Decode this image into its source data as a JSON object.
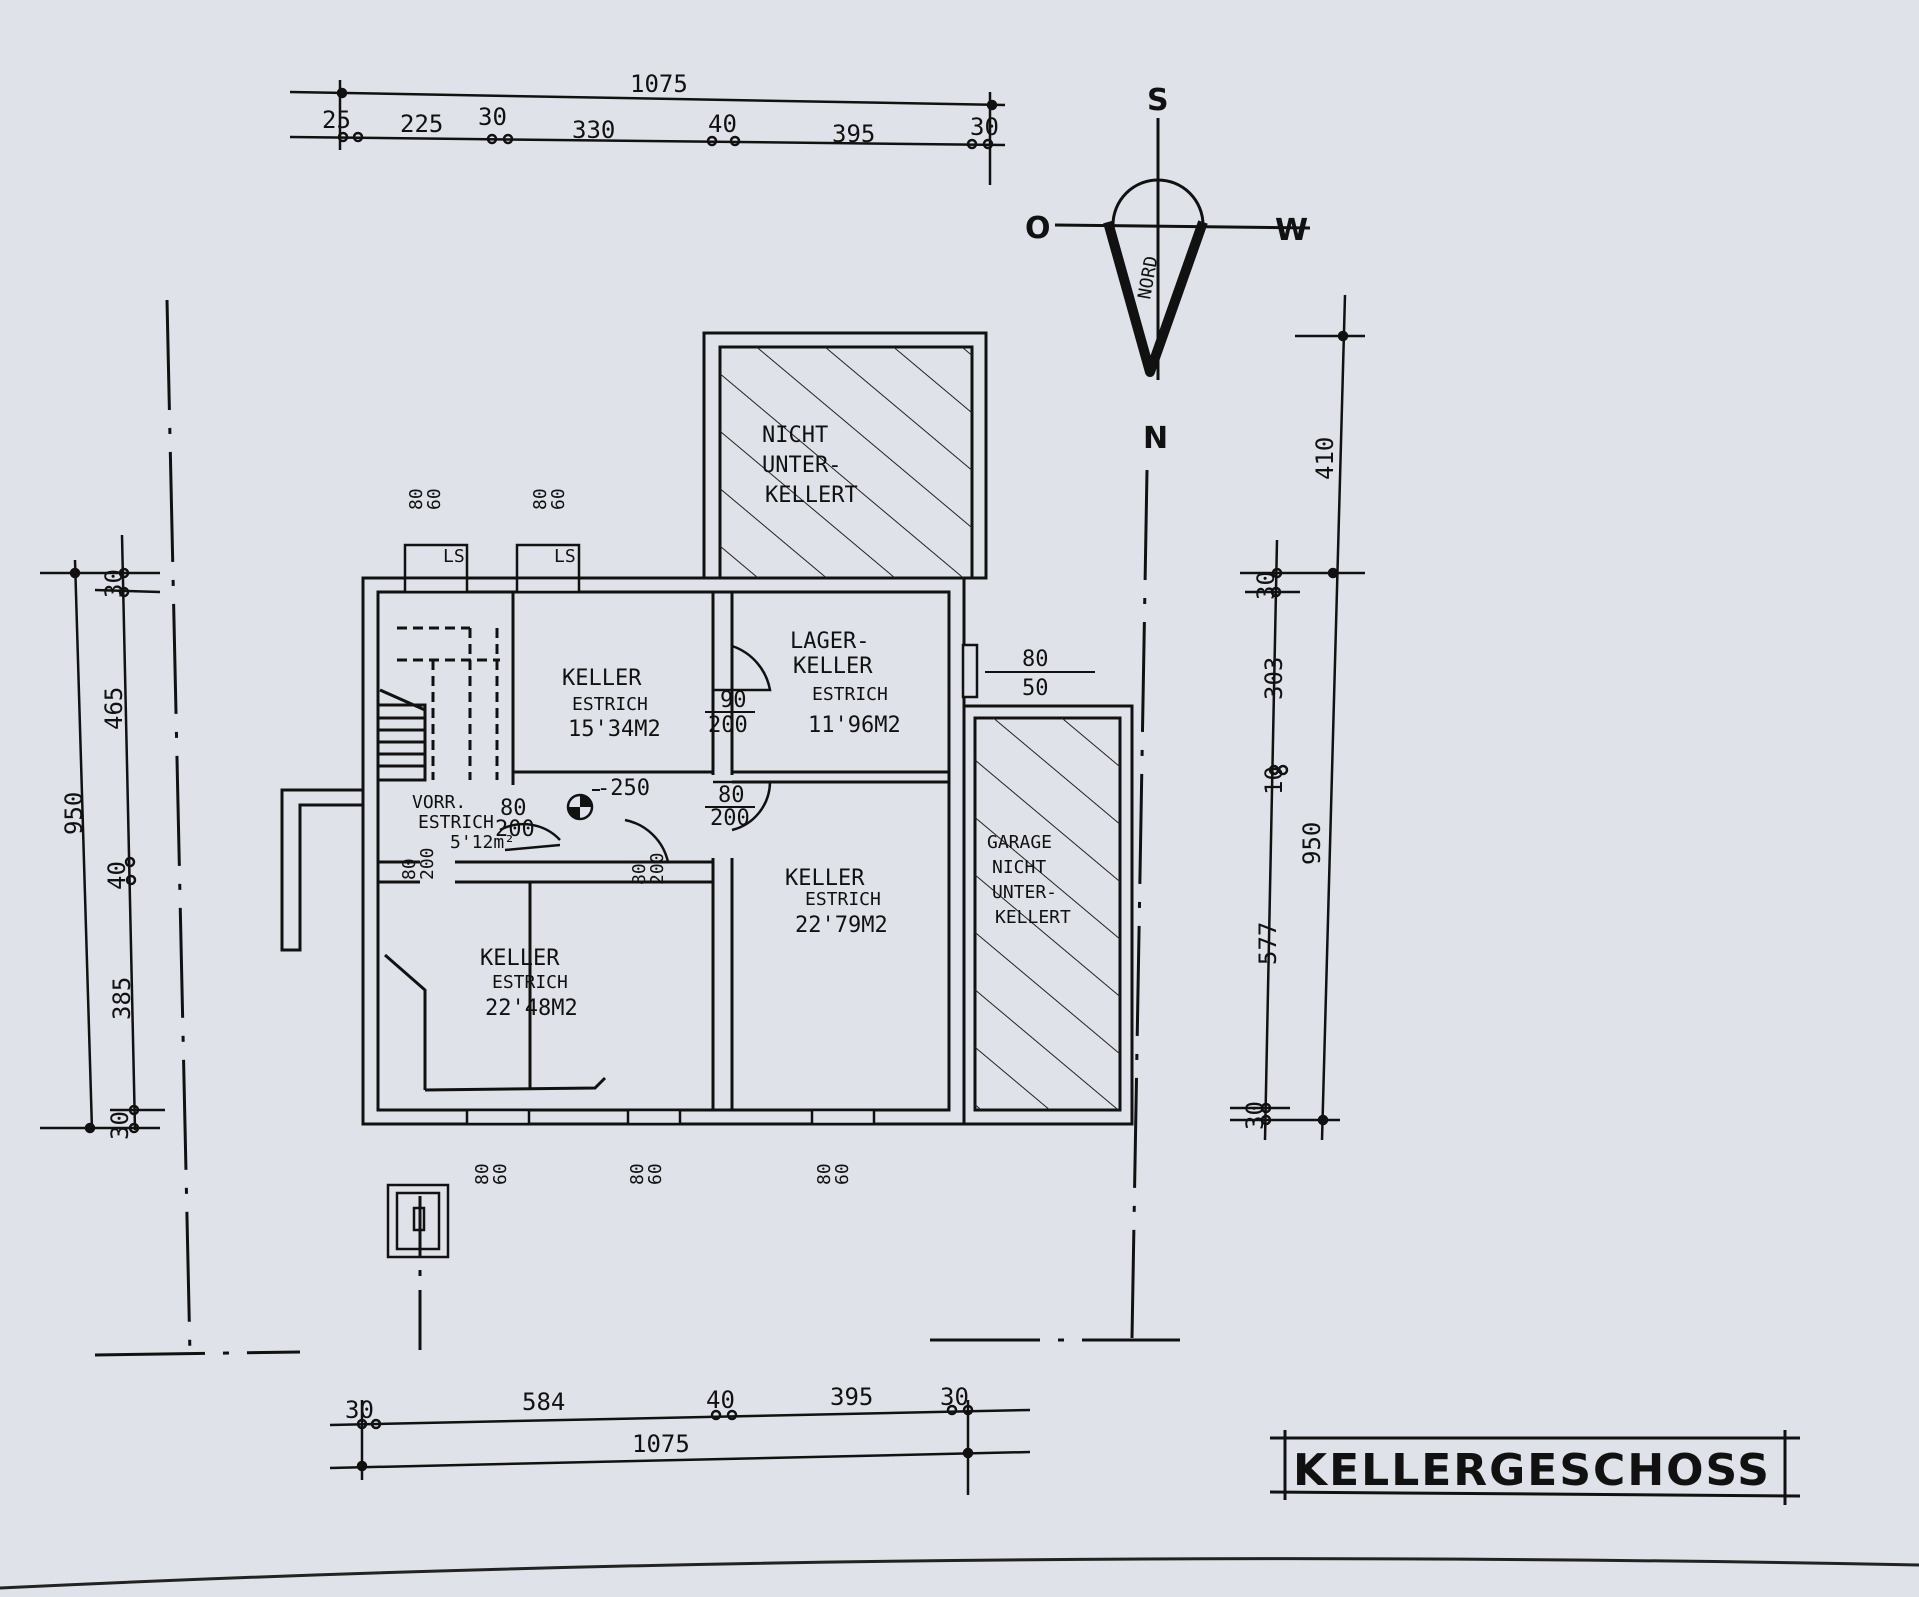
{
  "plan": {
    "title": "KELLERGESCHOSS",
    "compass": {
      "top": "S",
      "left": "O",
      "right": "W",
      "bottom": "N",
      "arrow_label": "NORD"
    },
    "rooms": {
      "nicht_unterkellert_top": [
        "NICHT",
        "UNTER-",
        "KELLERT"
      ],
      "keller_1": [
        "KELLER",
        "ESTRICH",
        "15'34M2"
      ],
      "lagerkeller": [
        "LAGER-",
        "KELLER",
        "ESTRICH",
        "11'96M2"
      ],
      "vorraum": [
        "VORR.",
        "ESTRICH",
        "5'12m²"
      ],
      "keller_2": [
        "KELLER",
        "ESTRICH",
        "22'79M2"
      ],
      "keller_3": [
        "KELLER",
        "ESTRICH",
        "22'48M2"
      ],
      "garage": [
        "GARAGE",
        "NICHT",
        "UNTER-",
        "KELLERT"
      ]
    },
    "marks": {
      "ls": "LS",
      "level": "-250",
      "door_90_200": [
        "90",
        "200"
      ],
      "door_80_200": [
        "80",
        "200"
      ],
      "door_vorr": [
        "80",
        "200"
      ],
      "win_top_left": [
        "80",
        "60"
      ],
      "win_top_mid": [
        "80",
        "60"
      ],
      "win_bottom": [
        "80",
        "60"
      ],
      "garage_opening": [
        "80",
        "50"
      ],
      "door_small": [
        "80",
        "200"
      ]
    },
    "dims_top": {
      "overall": "1075",
      "segments": [
        "25",
        "225",
        "30",
        "330",
        "40",
        "395",
        "30"
      ]
    },
    "dims_bottom": {
      "overall": "1075",
      "segments": [
        "30",
        "584",
        "40",
        "395",
        "30"
      ]
    },
    "dims_left": {
      "overall": "950",
      "segments": [
        "30",
        "465",
        "40",
        "385",
        "30"
      ]
    },
    "dims_right": {
      "overall": "950",
      "upper": "410",
      "segments": [
        "30",
        "303",
        "10",
        "577",
        "30"
      ]
    }
  }
}
